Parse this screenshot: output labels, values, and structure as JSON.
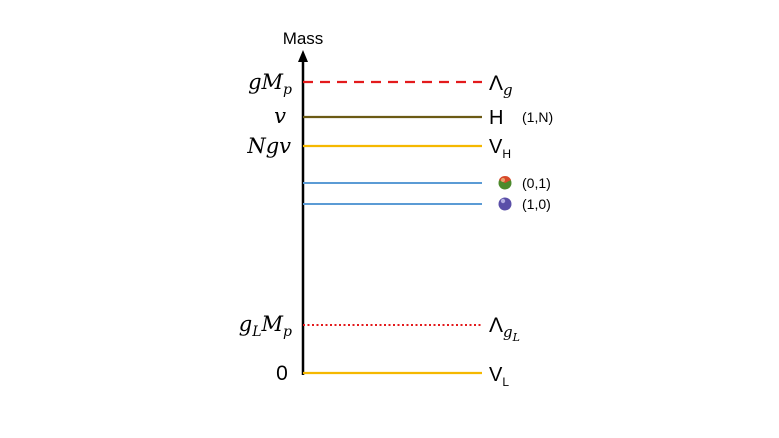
{
  "axis": {
    "label": "Mass"
  },
  "levels": [
    {
      "id": "gMp",
      "left": {
        "base": "gM",
        "sub": "p"
      },
      "right": {
        "base": "Λ",
        "sub": "g"
      },
      "tag": "",
      "style": "dashed",
      "color": "#e31a1c"
    },
    {
      "id": "v",
      "left": {
        "base": "v",
        "sub": ""
      },
      "right": {
        "base": "H",
        "sub": ""
      },
      "tag": "(1,N)",
      "style": "solid",
      "color": "#6b5a14"
    },
    {
      "id": "Ngv",
      "left": {
        "base": "Ngv",
        "sub": ""
      },
      "right": {
        "base": "V",
        "sub": "H"
      },
      "tag": "",
      "style": "solid",
      "color": "#f5b800"
    },
    {
      "id": "b01",
      "left": {
        "base": "",
        "sub": ""
      },
      "right": {
        "base": "",
        "sub": ""
      },
      "tag": "(0,1)",
      "style": "solid",
      "color": "#5b9bd5",
      "ball": "#4c8a2c"
    },
    {
      "id": "b10",
      "left": {
        "base": "",
        "sub": ""
      },
      "right": {
        "base": "",
        "sub": ""
      },
      "tag": "(1,0)",
      "style": "solid",
      "color": "#5b9bd5",
      "ball": "#5a4fa8"
    },
    {
      "id": "gLMp",
      "left": {
        "base": "g",
        "sub": "L",
        "tail": "M",
        "tailsub": "p"
      },
      "right": {
        "base": "Λ",
        "sub": "g",
        "subsub": "L"
      },
      "tag": "",
      "style": "dotted",
      "color": "#e31a1c"
    },
    {
      "id": "zero",
      "left": {
        "base": "0",
        "sub": ""
      },
      "right": {
        "base": "V",
        "sub": "L"
      },
      "tag": "",
      "style": "solid",
      "color": "#f5b800"
    }
  ]
}
